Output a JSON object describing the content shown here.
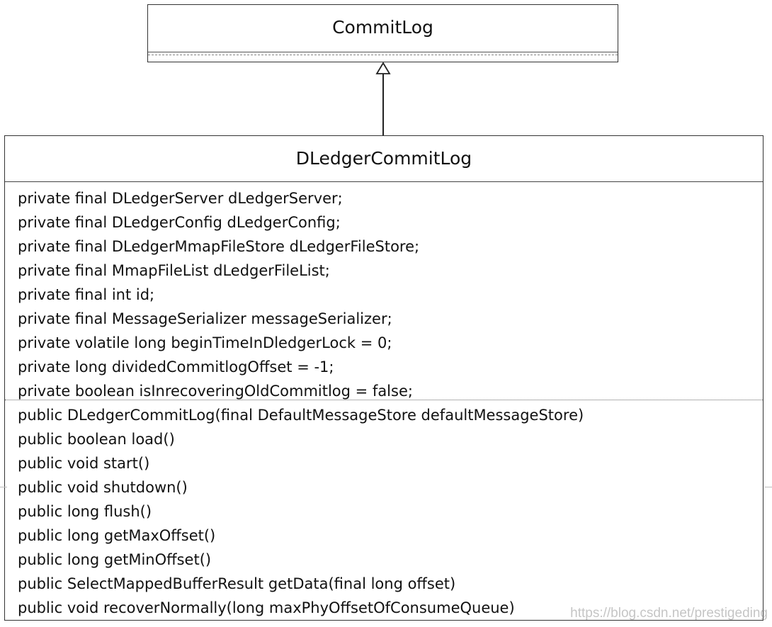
{
  "parent_class": {
    "name": "CommitLog"
  },
  "child_class": {
    "name": "DLedgerCommitLog",
    "attributes": [
      "private final DLedgerServer dLedgerServer;",
      "private final DLedgerConfig dLedgerConfig;",
      "private final DLedgerMmapFileStore dLedgerFileStore;",
      "private final MmapFileList dLedgerFileList;",
      "private final int id;",
      "private final MessageSerializer messageSerializer;",
      "private volatile long beginTimeInDledgerLock = 0;",
      "private long dividedCommitlogOffset = -1;",
      "private boolean isInrecoveringOldCommitlog = false;"
    ],
    "operations": [
      "public DLedgerCommitLog(final DefaultMessageStore defaultMessageStore)",
      "public boolean load()",
      "public void start()",
      "public void shutdown()",
      "public long flush()",
      "public long getMaxOffset()",
      "public long getMinOffset()",
      "public SelectMappedBufferResult getData(final long offset)",
      "public void recoverNormally(long maxPhyOffsetOfConsumeQueue)"
    ]
  },
  "relationship": {
    "type": "generalization"
  },
  "watermark": "https://blog.csdn.net/prestigeding"
}
